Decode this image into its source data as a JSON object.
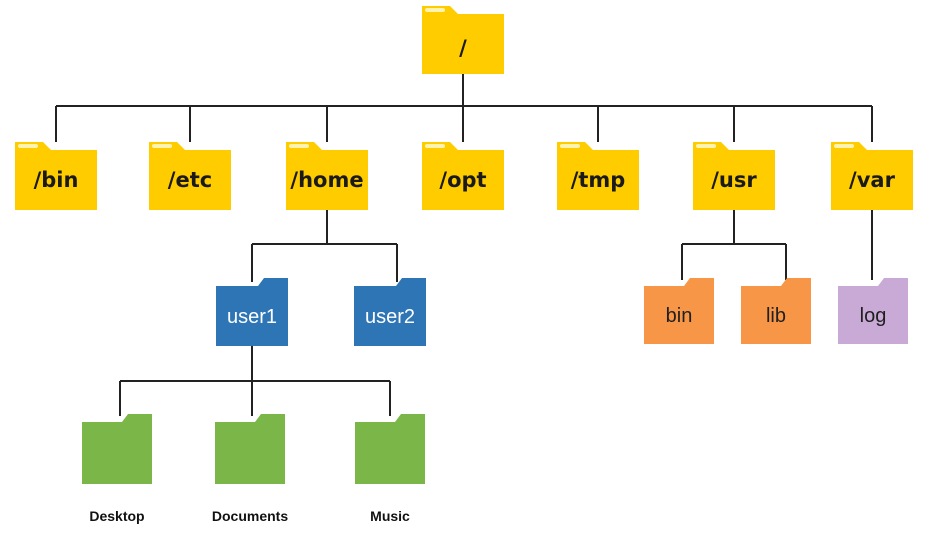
{
  "tree": {
    "root": {
      "label": "/",
      "color": "#FFCC00"
    },
    "level1": [
      {
        "id": "bin",
        "label": "/bin",
        "color": "#FFCC00"
      },
      {
        "id": "etc",
        "label": "/etc",
        "color": "#FFCC00"
      },
      {
        "id": "home",
        "label": "/home",
        "color": "#FFCC00"
      },
      {
        "id": "opt",
        "label": "/opt",
        "color": "#FFCC00"
      },
      {
        "id": "tmp",
        "label": "/tmp",
        "color": "#FFCC00"
      },
      {
        "id": "usr",
        "label": "/usr",
        "color": "#FFCC00"
      },
      {
        "id": "var",
        "label": "/var",
        "color": "#FFCC00"
      }
    ],
    "home_children": [
      {
        "id": "user1",
        "label": "user1",
        "color": "#2E75B6"
      },
      {
        "id": "user2",
        "label": "user2",
        "color": "#2E75B6"
      }
    ],
    "user1_children": [
      {
        "id": "desktop",
        "label": "Desktop",
        "color": "#7AB648"
      },
      {
        "id": "documents",
        "label": "Documents",
        "color": "#7AB648"
      },
      {
        "id": "music",
        "label": "Music",
        "color": "#7AB648"
      }
    ],
    "usr_children": [
      {
        "id": "usr-bin",
        "label": "bin",
        "color": "#F79646"
      },
      {
        "id": "usr-lib",
        "label": "lib",
        "color": "#F79646"
      }
    ],
    "var_children": [
      {
        "id": "var-log",
        "label": "log",
        "color": "#C9A9D6"
      }
    ]
  }
}
